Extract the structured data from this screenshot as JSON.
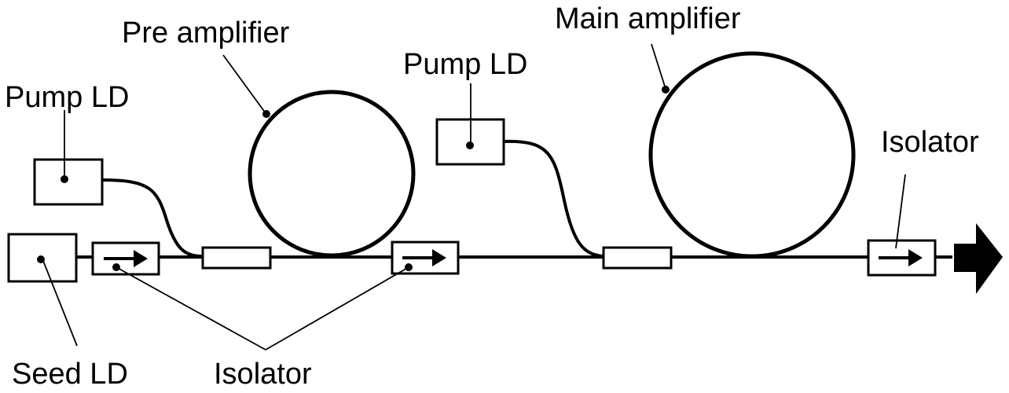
{
  "labels": {
    "pre_amplifier": "Pre amplifier",
    "main_amplifier": "Main amplifier",
    "pump_ld_1": "Pump LD",
    "pump_ld_2": "Pump LD",
    "isolator_right": "Isolator",
    "seed_ld": "Seed LD",
    "isolator_bottom": "Isolator"
  },
  "colors": {
    "line": "#000000",
    "background": "#ffffff"
  }
}
